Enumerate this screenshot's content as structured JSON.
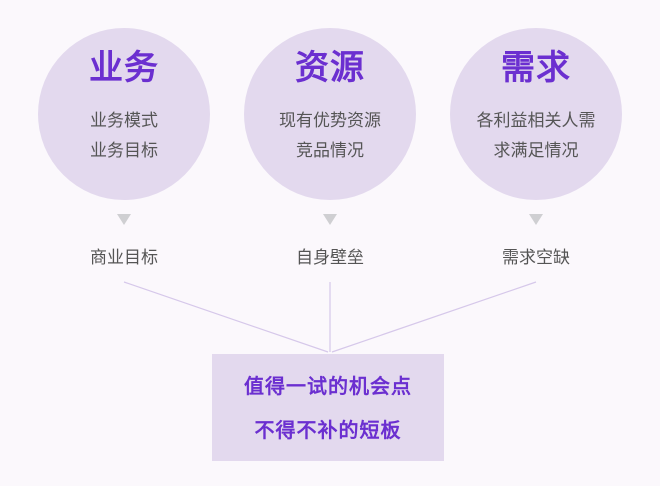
{
  "columns": [
    {
      "title": "业务",
      "lines": [
        "业务模式",
        "业务目标"
      ],
      "outcome": "商业目标"
    },
    {
      "title": "资源",
      "lines": [
        "现有优势资源",
        "竞品情况"
      ],
      "outcome": "自身壁垒"
    },
    {
      "title": "需求",
      "lines": [
        "各利益相关人需",
        "求满足情况"
      ],
      "outcome": "需求空缺"
    }
  ],
  "result": {
    "line1": "值得一试的机会点",
    "line2": "不得不补的短板"
  },
  "colors": {
    "accent": "#6b2fd0",
    "fill": "#e3d9ee",
    "text": "#555555",
    "arrow": "#cfcfd2",
    "connector": "#d6c8ea",
    "background": "#fbf8fc"
  }
}
